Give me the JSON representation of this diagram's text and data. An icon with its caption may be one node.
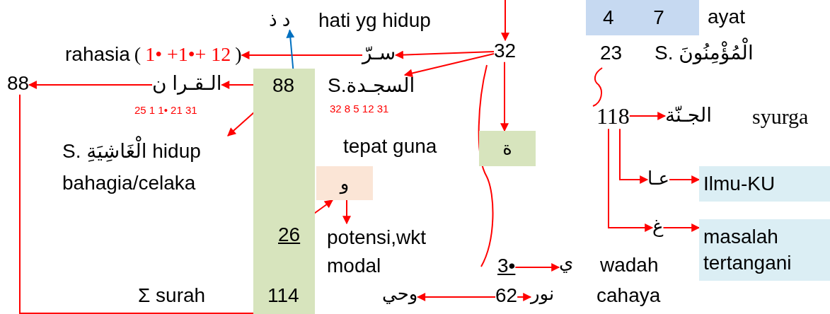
{
  "diagram": {
    "nodes": [
      {
        "text": [
          "د ذ"
        ]
      },
      {
        "text": [
          "4 7"
        ],
        "beside": [
          "ayat"
        ]
      },
      {
        "text": [
          "rahasia",
          "(",
          "1• +1•+ 12",
          ")"
        ]
      },
      {
        "text": [
          "سـرّ"
        ]
      },
      {
        "text": [
          "32"
        ]
      },
      {
        "text": [
          "23"
        ]
      },
      {
        "text": [
          "88"
        ]
      },
      {
        "text": [
          "الـقـرا ن"
        ],
        "beside": [
          "25 1 1• 21 31"
        ]
      },
      {
        "text": [],
        "shape": "bar"
      },
      {
        "text": [
          "88"
        ],
        "in": 8
      },
      {
        "text": [
          "S.السجـدة"
        ],
        "beside": [
          "32 8 5 12 31"
        ]
      },
      {
        "text": [
          "118"
        ]
      },
      {
        "text": [
          "الجـنّة"
        ],
        "beside": [
          "syurga"
        ]
      },
      {
        "text": [
          "S. الْغَاشِيَةِ hidup bahagia/celaka"
        ]
      },
      {
        "text": [
          "ة"
        ]
      },
      {
        "text": [
          "و"
        ]
      },
      {
        "text": [
          "عـا"
        ]
      },
      {
        "text": [
          "Ilmu-KU"
        ]
      },
      {
        "text": [
          "26"
        ],
        "in": 8
      },
      {
        "text": [
          "potensi,wkt modal"
        ]
      },
      {
        "text": [
          "غ"
        ]
      },
      {
        "text": [
          "masalah tertangani"
        ]
      },
      {
        "text": [
          "3•"
        ]
      },
      {
        "text": [
          "ي"
        ],
        "beside": [
          "wadah"
        ]
      },
      {
        "text": [
          "114"
        ],
        "in": 8,
        "beside": [
          "Σ surah"
        ]
      },
      {
        "text": [
          "وحي"
        ]
      },
      {
        "text": [
          "62"
        ]
      },
      {
        "text": [
          "نور"
        ],
        "beside": [
          "cahaya"
        ]
      }
    ],
    "edges": [
      {
        "from": null,
        "to": 4,
        "arrow": "to"
      },
      {
        "from": 4,
        "to": 3,
        "arrow": "to"
      },
      {
        "from": 4,
        "to": 10,
        "arrow": "to"
      },
      {
        "from": 3,
        "to": 2,
        "arrow": "to"
      },
      {
        "from": 9,
        "to": 0,
        "arrow": "to",
        "color": "#0070c0"
      },
      {
        "from": 4,
        "to": 5,
        "arrow": "both",
        "style": "thick",
        "color": "#daeef3"
      },
      {
        "from": 9,
        "to": 7,
        "arrow": "to"
      },
      {
        "from": 7,
        "to": 6,
        "arrow": "to"
      },
      {
        "from": 9,
        "to": 13,
        "arrow": "to"
      },
      {
        "from": 4,
        "to": 14,
        "arrow": "to"
      },
      {
        "from": 11,
        "to": 12,
        "arrow": "to"
      },
      {
        "from": 11,
        "to": 16,
        "arrow": "to"
      },
      {
        "from": 11,
        "to": 20,
        "arrow": "to"
      },
      {
        "from": 16,
        "to": 17,
        "arrow": "to"
      },
      {
        "from": 20,
        "to": 21,
        "arrow": "to"
      },
      {
        "from": 18,
        "to": 15,
        "arrow": "to"
      },
      {
        "from": 15,
        "to": 19,
        "arrow": "to"
      },
      {
        "from": 22,
        "to": 23,
        "arrow": "to"
      },
      {
        "from": 26,
        "to": 25,
        "arrow": "to"
      },
      {
        "from": 26,
        "to": 27,
        "arrow": "to"
      },
      {
        "from": 6,
        "to": 24,
        "arrow": "to"
      }
    ],
    "labels": [
      "hati yg hidup",
      "S. الْمُؤْمِنُونَ",
      "tepat guna"
    ]
  }
}
